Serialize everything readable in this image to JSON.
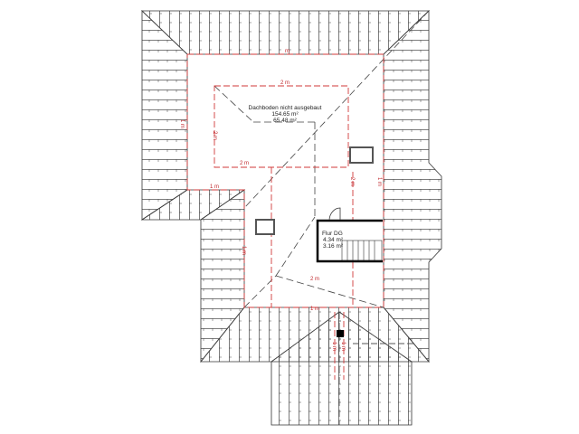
{
  "rooms": [
    {
      "name": "Dachboden nicht ausgebaut",
      "area1": "154.65 m²",
      "area2": "65.48 m²"
    },
    {
      "name": "Flur DG",
      "area1": "4.34 m²",
      "area2": "3.16 m²"
    }
  ],
  "dimensions": [
    "m",
    "2 m",
    "2 m",
    "2 m",
    "1 m",
    "1 m",
    "2 m",
    "1 m",
    "1 m",
    "2 m",
    "1 m",
    "1 m",
    "1 m",
    "1 m"
  ],
  "colors": {
    "wall_dash": "#d23a3a",
    "line": "#333333",
    "wall": "#000000"
  }
}
